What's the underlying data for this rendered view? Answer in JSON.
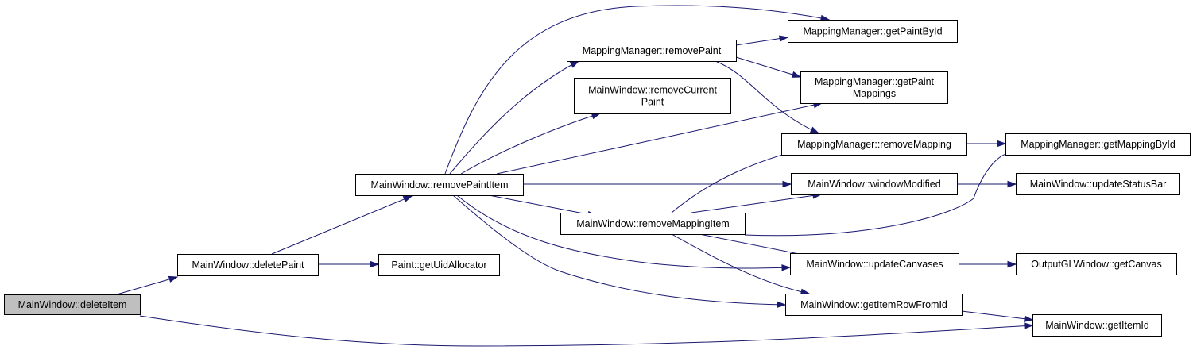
{
  "graph": {
    "nodes": [
      {
        "id": "deleteItem",
        "lines": [
          "MainWindow::deleteItem"
        ],
        "root": true
      },
      {
        "id": "deletePaint",
        "lines": [
          "MainWindow::deletePaint"
        ]
      },
      {
        "id": "getUidAllocator",
        "lines": [
          "Paint::getUidAllocator"
        ]
      },
      {
        "id": "removePaintItem",
        "lines": [
          "MainWindow::removePaintItem"
        ]
      },
      {
        "id": "mm_removePaint",
        "lines": [
          "MappingManager::removePaint"
        ]
      },
      {
        "id": "removeCurrentPaint",
        "lines": [
          "MainWindow::removeCurrent",
          "Paint"
        ]
      },
      {
        "id": "removeMappingItem",
        "lines": [
          "MainWindow::removeMappingItem"
        ]
      },
      {
        "id": "getPaintById",
        "lines": [
          "MappingManager::getPaintById"
        ]
      },
      {
        "id": "getPaintMappings",
        "lines": [
          "MappingManager::getPaint",
          "Mappings"
        ]
      },
      {
        "id": "removeMapping",
        "lines": [
          "MappingManager::removeMapping"
        ]
      },
      {
        "id": "windowModified",
        "lines": [
          "MainWindow::windowModified"
        ]
      },
      {
        "id": "updateCanvases",
        "lines": [
          "MainWindow::updateCanvases"
        ]
      },
      {
        "id": "getItemRowFromId",
        "lines": [
          "MainWindow::getItemRowFromId"
        ]
      },
      {
        "id": "getMappingById",
        "lines": [
          "MappingManager::getMappingById"
        ]
      },
      {
        "id": "updateStatusBar",
        "lines": [
          "MainWindow::updateStatusBar"
        ]
      },
      {
        "id": "getCanvas",
        "lines": [
          "OutputGLWindow::getCanvas"
        ]
      },
      {
        "id": "getItemId",
        "lines": [
          "MainWindow::getItemId"
        ]
      }
    ],
    "edges": [
      {
        "from": "deleteItem",
        "to": "deletePaint"
      },
      {
        "from": "deleteItem",
        "to": "getItemId"
      },
      {
        "from": "deletePaint",
        "to": "getUidAllocator"
      },
      {
        "from": "deletePaint",
        "to": "removePaintItem"
      },
      {
        "from": "removePaintItem",
        "to": "mm_removePaint"
      },
      {
        "from": "removePaintItem",
        "to": "removeCurrentPaint"
      },
      {
        "from": "removePaintItem",
        "to": "getPaintById"
      },
      {
        "from": "removePaintItem",
        "to": "getPaintMappings"
      },
      {
        "from": "removePaintItem",
        "to": "windowModified"
      },
      {
        "from": "removePaintItem",
        "to": "removeMappingItem"
      },
      {
        "from": "removePaintItem",
        "to": "updateCanvases"
      },
      {
        "from": "removePaintItem",
        "to": "getItemRowFromId"
      },
      {
        "from": "mm_removePaint",
        "to": "getPaintById"
      },
      {
        "from": "mm_removePaint",
        "to": "getPaintMappings"
      },
      {
        "from": "mm_removePaint",
        "to": "removeMapping"
      },
      {
        "from": "removeMappingItem",
        "to": "removeMapping"
      },
      {
        "from": "removeMappingItem",
        "to": "windowModified"
      },
      {
        "from": "removeMappingItem",
        "to": "getMappingById"
      },
      {
        "from": "removeMappingItem",
        "to": "updateCanvases"
      },
      {
        "from": "removeMappingItem",
        "to": "getItemRowFromId"
      },
      {
        "from": "removeMapping",
        "to": "getMappingById"
      },
      {
        "from": "windowModified",
        "to": "updateStatusBar"
      },
      {
        "from": "updateCanvases",
        "to": "getCanvas"
      },
      {
        "from": "getItemRowFromId",
        "to": "getItemId"
      }
    ]
  },
  "colors": {
    "edge": "#191970",
    "node_border": "#000000",
    "root_fill": "#bfbfbf",
    "node_fill": "#ffffff"
  }
}
